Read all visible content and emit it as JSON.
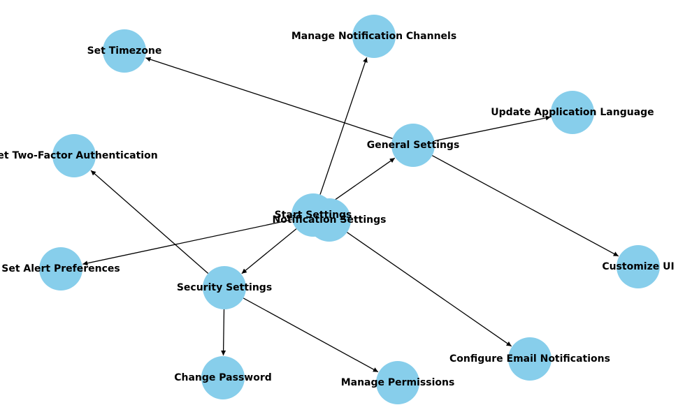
{
  "graph": {
    "node_color": "#87ceeb",
    "edge_color": "#000000",
    "label_color": "#000000",
    "nodes": [
      {
        "id": "start",
        "label": "Start Settings"
      },
      {
        "id": "notification",
        "label": "Notification Settings"
      },
      {
        "id": "general",
        "label": "General Settings"
      },
      {
        "id": "security",
        "label": "Security Settings"
      },
      {
        "id": "timezone",
        "label": "Set Timezone"
      },
      {
        "id": "channels",
        "label": "Manage Notification Channels"
      },
      {
        "id": "language",
        "label": "Update Application Language"
      },
      {
        "id": "twofactor",
        "label": "Set Two-Factor Authentication"
      },
      {
        "id": "alerts",
        "label": "Set Alert Preferences"
      },
      {
        "id": "customize",
        "label": "Customize UI"
      },
      {
        "id": "email",
        "label": "Configure Email Notifications"
      },
      {
        "id": "password",
        "label": "Change Password"
      },
      {
        "id": "permissions",
        "label": "Manage Permissions"
      }
    ],
    "edges": [
      {
        "from": "start",
        "to": "general"
      },
      {
        "from": "start",
        "to": "security"
      },
      {
        "from": "start",
        "to": "alerts"
      },
      {
        "from": "start",
        "to": "channels"
      },
      {
        "from": "notification",
        "to": "email"
      },
      {
        "from": "general",
        "to": "timezone"
      },
      {
        "from": "general",
        "to": "language"
      },
      {
        "from": "general",
        "to": "customize"
      },
      {
        "from": "security",
        "to": "twofactor"
      },
      {
        "from": "security",
        "to": "password"
      },
      {
        "from": "security",
        "to": "permissions"
      }
    ]
  }
}
